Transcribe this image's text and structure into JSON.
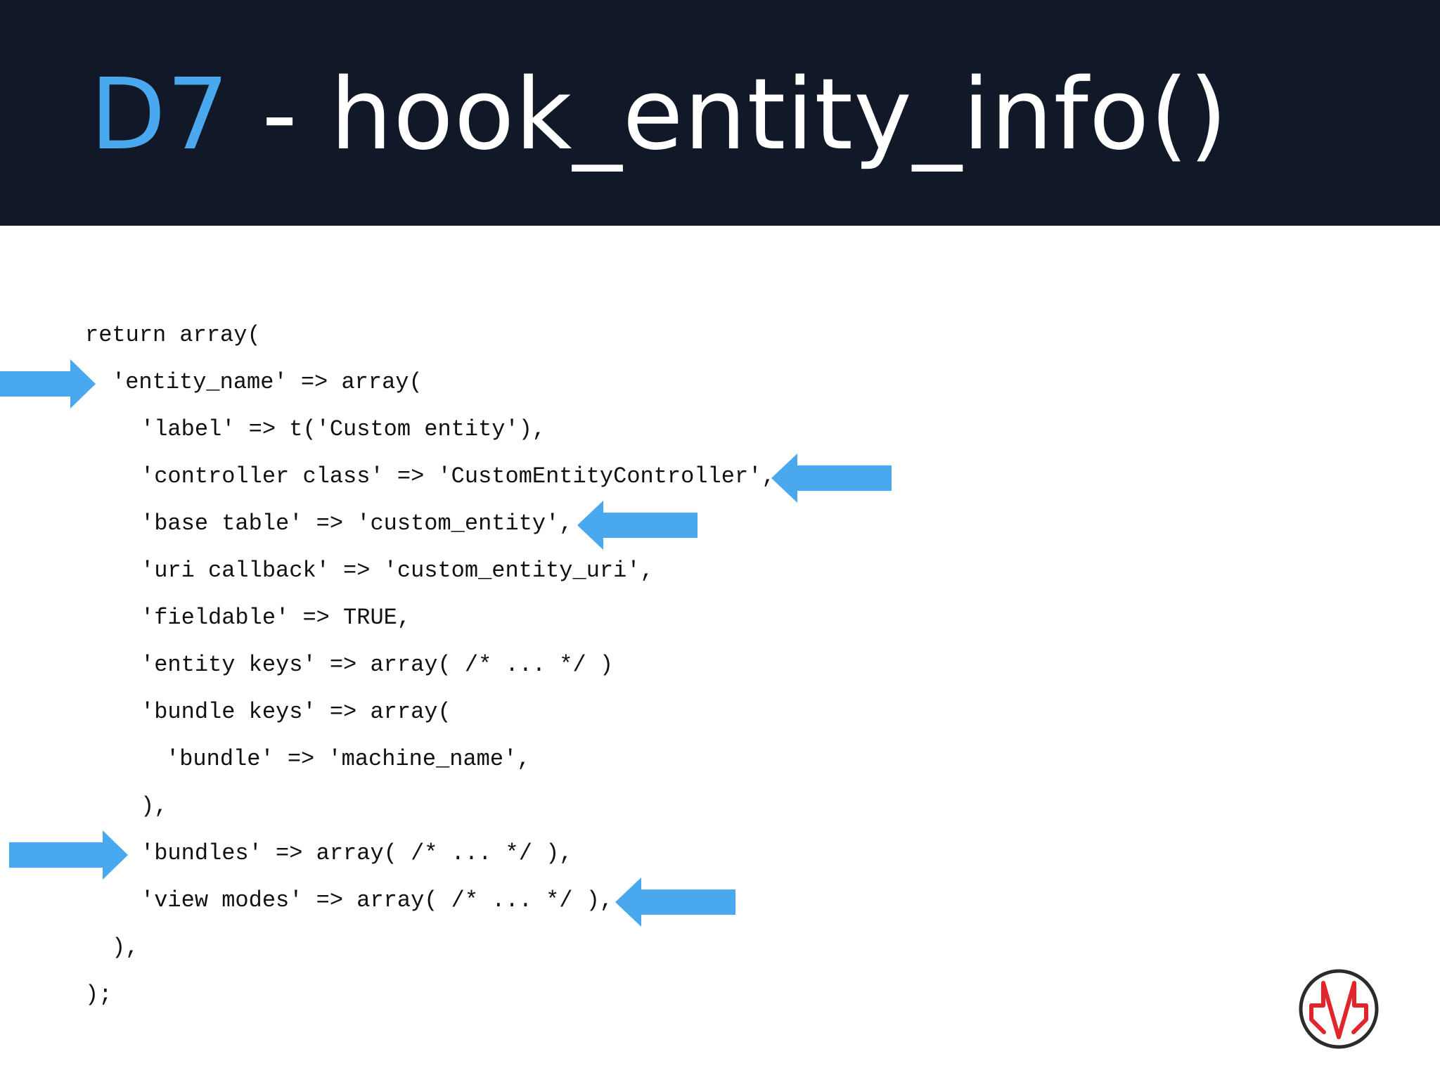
{
  "slide": {
    "title_prefix": "D7",
    "title_separator": " - ",
    "title_main": "hook_entity_info()",
    "accent_color": "#4aa8ee",
    "header_color": "#111827"
  },
  "code_lines": [
    {
      "indent": 0,
      "text": "return array("
    },
    {
      "indent": 1,
      "text": "'entity_name' => array("
    },
    {
      "indent": 2,
      "text": "'label' => t('Custom entity'),"
    },
    {
      "indent": 2,
      "text": "'controller class' => 'CustomEntityController',"
    },
    {
      "indent": 2,
      "text": "'base table' => 'custom_entity',"
    },
    {
      "indent": 2,
      "text": "'uri callback' => 'custom_entity_uri',"
    },
    {
      "indent": 2,
      "text": "'fieldable' => TRUE,"
    },
    {
      "indent": 2,
      "text": "'entity keys' => array( /* ... */ )"
    },
    {
      "indent": 2,
      "text": "'bundle keys' => array("
    },
    {
      "indent": 3,
      "text": "'bundle' => 'machine_name',"
    },
    {
      "indent": 2,
      "text": "),"
    },
    {
      "indent": 2,
      "text": "'bundles' => array( /* ... */ ),"
    },
    {
      "indent": 2,
      "text": "'view modes' => array( /* ... */ ),"
    },
    {
      "indent": 1,
      "text": "),"
    },
    {
      "indent": 0,
      "text": ");"
    }
  ],
  "highlight_arrows": [
    {
      "line": 1,
      "direction": "right"
    },
    {
      "line": 3,
      "direction": "left"
    },
    {
      "line": 4,
      "direction": "left"
    },
    {
      "line": 11,
      "direction": "right"
    },
    {
      "line": 12,
      "direction": "left"
    }
  ],
  "logo": {
    "icon": "heartbeat-m-logo",
    "ring_color": "#2b2b2b",
    "mark_color": "#e0262b"
  }
}
